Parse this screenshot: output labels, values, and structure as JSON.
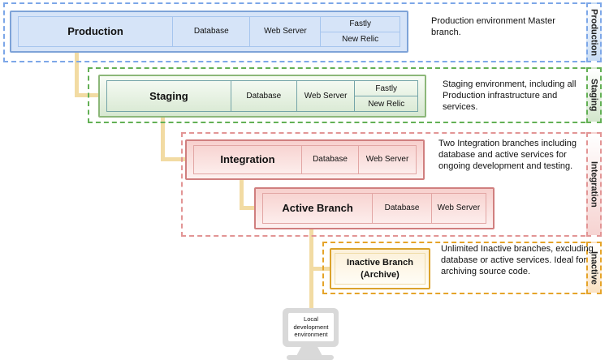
{
  "sections": {
    "production": {
      "tab_label": "Production",
      "box_title": "Production",
      "cells": [
        "Database",
        "Web Server"
      ],
      "stacked_cells": [
        "Fastly",
        "New Relic"
      ],
      "description": "Production environment Master branch.",
      "colors": {
        "accent": "#7da7e8",
        "fill": "#d6e4f8"
      }
    },
    "staging": {
      "tab_label": "Staging",
      "box_title": "Staging",
      "cells": [
        "Database",
        "Web Server"
      ],
      "stacked_cells": [
        "Fastly",
        "New Relic"
      ],
      "description": "Staging environment, including all Production infrastructure and services.",
      "colors": {
        "accent": "#63b055",
        "fill": "#d7e8d1"
      }
    },
    "integration": {
      "tab_label": "Integration",
      "description": "Two Integration branches including database and active services for ongoing development and testing.",
      "boxes": [
        {
          "title": "Integration",
          "cells": [
            "Database",
            "Web Server"
          ]
        },
        {
          "title": "Active Branch",
          "cells": [
            "Database",
            "Web Server"
          ]
        }
      ],
      "colors": {
        "accent": "#e29595",
        "fill": "#f7d0cd"
      }
    },
    "inactive": {
      "tab_label": "Inactive",
      "box_title_line1": "Inactive Branch",
      "box_title_line2": "(Archive)",
      "description": "Unlimited Inactive branches, excluding database or active services. Ideal for archiving source code.",
      "colors": {
        "accent": "#e5a42a",
        "fill": "#fcf0d8"
      }
    }
  },
  "monitor": {
    "label": "Local development environment"
  },
  "connector_color": "#f2dba3"
}
